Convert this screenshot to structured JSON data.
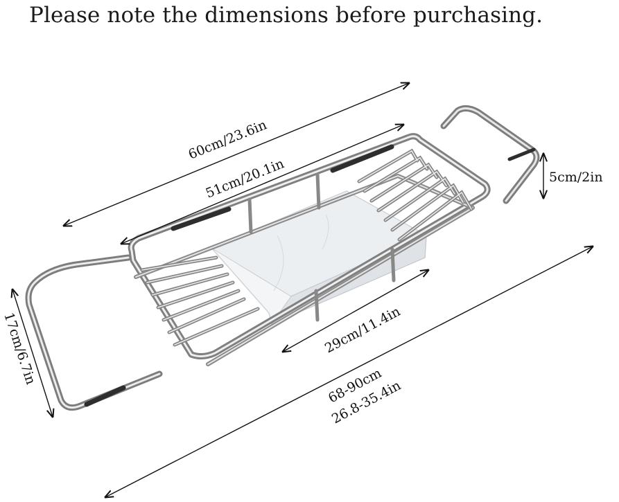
{
  "heading": "Please note the dimensions before purchasing.",
  "dimensions": {
    "overall_top": "60cm/23.6in",
    "inner_basket": "51cm/20.1in",
    "height": "5cm/2in",
    "tray": "29cm/11.4in",
    "width": "17cm/6.7in",
    "extended_cm": "68-90cm",
    "extended_in": "26.8-35.4in"
  },
  "colors": {
    "metal": "#8c8c8c",
    "metal_highlight": "#e8e8e8",
    "tray": "#eef0f2",
    "line": "#111111"
  }
}
